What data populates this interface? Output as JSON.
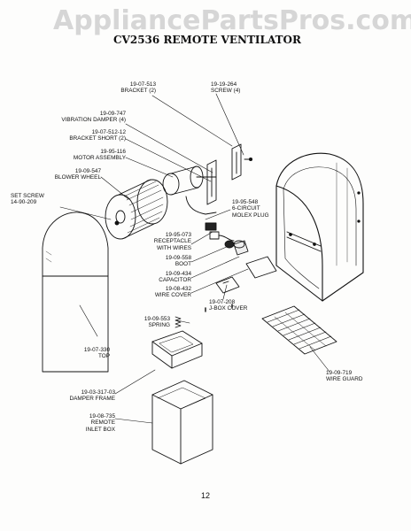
{
  "watermark": "AppliancePartsPros.com",
  "title": "CV2536  REMOTE  VENTILATOR",
  "page_number": "12",
  "parts": {
    "bracket": {
      "number": "19-07-513",
      "name": "BRACKET (2)"
    },
    "screw": {
      "number": "19-19-264",
      "name": "SCREW (4)"
    },
    "vibration_damper": {
      "number": "19-09-747",
      "name": "VIBRATION DAMPER (4)"
    },
    "bracket_short": {
      "number": "19-07-512-12",
      "name": "BRACKET SHORT (2)"
    },
    "motor_assembly": {
      "number": "19-95-116",
      "name": "MOTOR ASSEMBLY"
    },
    "blower_wheel": {
      "number": "19-09-547",
      "name": "BLOWER WHEEL"
    },
    "set_screw": {
      "name": "SET SCREW",
      "number": "14-90-209"
    },
    "molex_plug": {
      "number": "19-95-548",
      "line1": "6-CIRCUIT",
      "line2": "MOLEX PLUG"
    },
    "receptacle": {
      "number": "19-95-073",
      "line1": "RECEPTACLE",
      "line2": "WITH WIRES"
    },
    "boot": {
      "number": "19-09-558",
      "name": "BOOT"
    },
    "capacitor": {
      "number": "19-09-434",
      "name": "CAPACITOR"
    },
    "wire_cover": {
      "number": "19-08-432",
      "name": "WIRE COVER"
    },
    "jbox_cover": {
      "number": "19-07-208",
      "name": "J-BOX COVER"
    },
    "spring": {
      "number": "19-09-553",
      "name": "SPRING"
    },
    "top": {
      "number": "19-07-330",
      "name": "TOP"
    },
    "wire_guard": {
      "number": "19-09-719",
      "name": "WIRE GUARD"
    },
    "damper_frame": {
      "number": "19-03-317-03",
      "name": "DAMPER FRAME"
    },
    "inlet_box": {
      "number": "19-08-735",
      "line1": "REMOTE",
      "line2": "INLET BOX"
    }
  }
}
